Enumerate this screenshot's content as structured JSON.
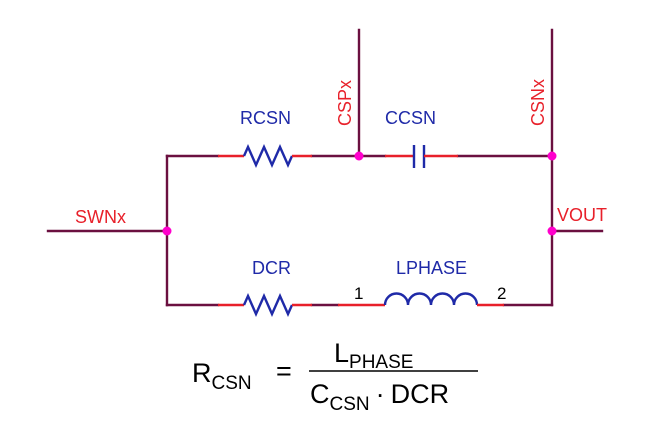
{
  "nets": {
    "swn": "SWNx",
    "csp": "CSPx",
    "csn": "CSNx",
    "vout": "VOUT"
  },
  "components": {
    "rcsn": "RCSN",
    "ccsn": "CCSN",
    "dcr": "DCR",
    "lphase": "LPHASE"
  },
  "pins": {
    "pin1": "1",
    "pin2": "2"
  },
  "equation": {
    "lhs_main": "R",
    "lhs_sub": "CSN",
    "equals": "=",
    "num_main": "L",
    "num_sub": "PHASE",
    "den_c": "C",
    "den_c_sub": "CSN",
    "den_dot": "·",
    "den_dcr": "DCR"
  },
  "colors": {
    "wire": "#6b1040",
    "lead": "#e8202a",
    "component": "#1f2aa8",
    "node": "#ff00cc"
  }
}
